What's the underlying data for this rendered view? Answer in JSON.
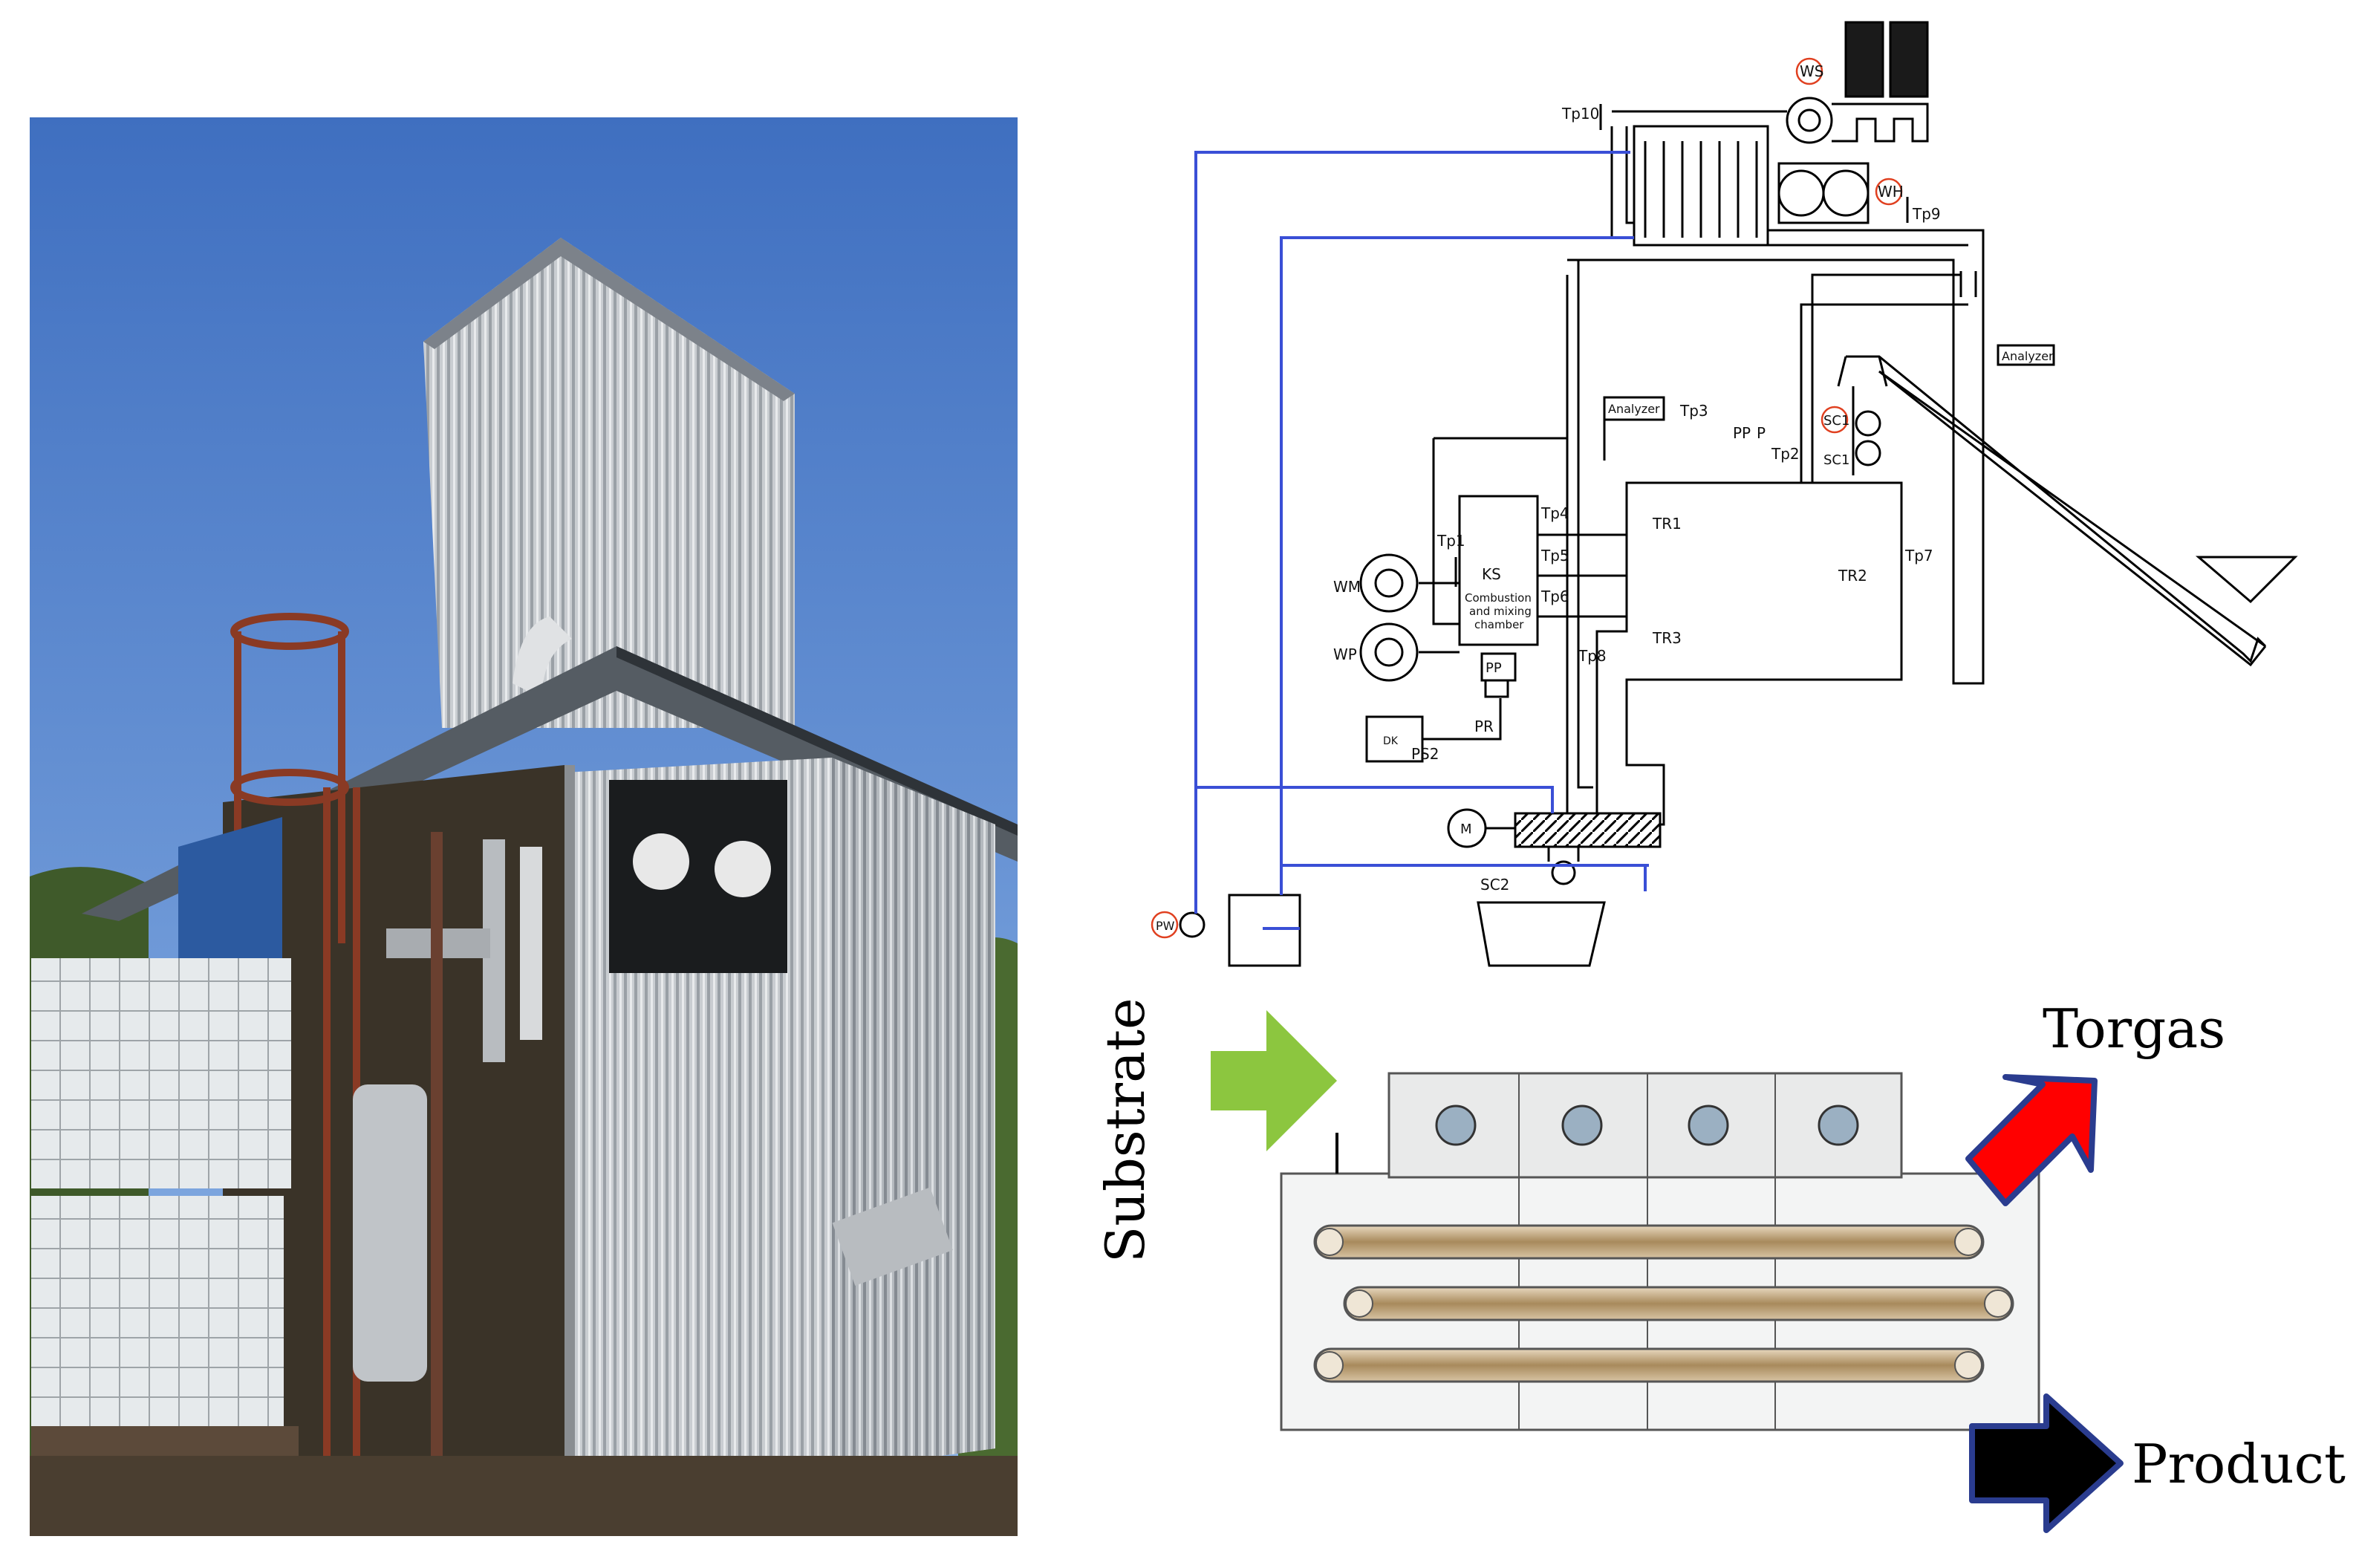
{
  "photo": {
    "description_icon": "torrefaction-plant-photo"
  },
  "schematic": {
    "labels": {
      "ws": "WS",
      "wh": "WH",
      "tp10": "Tp10",
      "tp9": "Tp9",
      "analyzer_top": "Analyzer",
      "analyzer_mid": "Analyzer",
      "tp3": "Tp3",
      "pp": "PP",
      "p": "P",
      "tp2": "Tp2",
      "sc1a": "SC1",
      "sc1b": "SC1",
      "tr1": "TR1",
      "tr2": "TR2",
      "tr3": "TR3",
      "tp1": "Tp1",
      "tp4": "Tp4",
      "tp5": "Tp5",
      "tp6": "Tp6",
      "tp7": "Tp7",
      "tp8": "Tp8",
      "ks": "KS",
      "ks_desc1": "Combustion",
      "ks_desc2": "and mixing",
      "ks_desc3": "chamber",
      "pp_box": "PP",
      "wm": "WM",
      "wp": "WP",
      "pr": "PR",
      "ps2": "PS2",
      "dk": "DK",
      "m": "M",
      "sc2": "SC2",
      "pw": "PW"
    }
  },
  "process": {
    "substrate": "Substrate",
    "torgas": "Torgas",
    "product": "Product"
  },
  "colors": {
    "water_line": "#3a4fd6",
    "substrate_arrow": "#8cc63f",
    "torgas_arrow": "#ff0000",
    "product_arrow": "#000000",
    "arrow_border": "#2a3c8f",
    "red_circle": "#e04020",
    "sky": "#4c7fc8",
    "metal": "#c8ccd0"
  }
}
